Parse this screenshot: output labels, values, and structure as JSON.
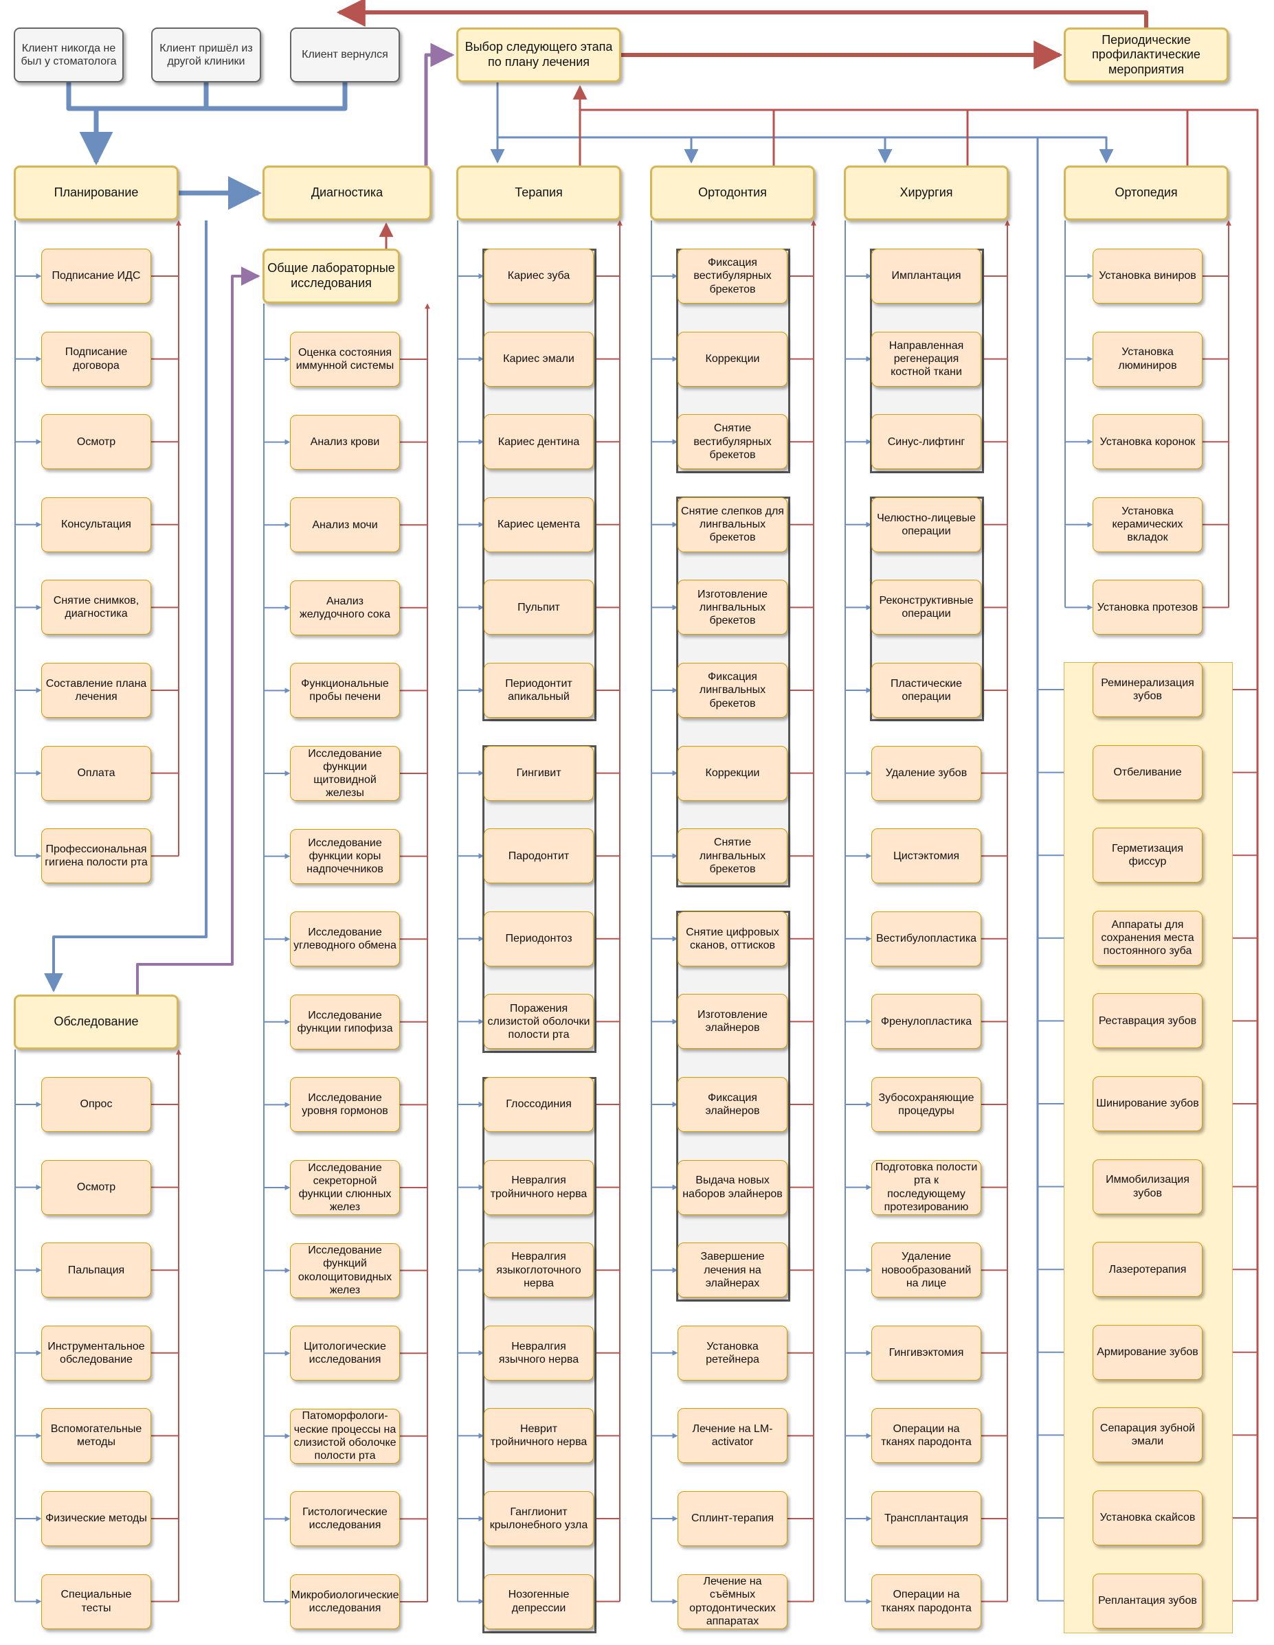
{
  "colors": {
    "blue": "#6c8ebf",
    "red": "#b85450",
    "purple": "#9673a6",
    "node_fill": "#ffe6cc",
    "node_border": "#d79b00",
    "header_fill": "#fff2cc",
    "header_border": "#d6b656",
    "start_fill": "#f5f5f5"
  },
  "start": {
    "never": "Клиент никогда не был у стоматолога",
    "other": "Клиент пришёл из другой клиники",
    "returned": "Клиент вернулся"
  },
  "next_stage": "Выбор следующего этапа по плану лечения",
  "prophylaxis": "Периодические профилактические мероприятия",
  "planning": {
    "title": "Планирование",
    "items": [
      "Подписание ИДС",
      "Подписание договора",
      "Осмотр",
      "Консультация",
      "Снятие снимков, диагностика",
      "Составление плана лечения",
      "Оплата",
      "Профессиональная гигиена полости рта"
    ]
  },
  "exam": {
    "title": "Обследование",
    "items": [
      "Опрос",
      "Осмотр",
      "Пальпация",
      "Инструментальное обследование",
      "Вспомогательные методы",
      "Физические методы",
      "Специальные тесты"
    ]
  },
  "diagnostics": {
    "title": "Диагностика",
    "lab": "Общие лабораторные исследования",
    "items": [
      "Оценка состояния иммунной системы",
      "Анализ крови",
      "Анализ мочи",
      "Анализ желудочного сока",
      "Функциональные пробы печени",
      "Исследование функции щитовидной железы",
      "Исследование функции коры надпочечников",
      "Исследование углеводного обмена",
      "Исследование функции гипофиза",
      "Исследование уровня гормонов",
      "Исследование секреторной функции слюнных желез",
      "Исследование функций околощитовидных желез",
      "Цитологические исследования",
      "Патоморфологи-ческие процессы на слизистой оболочке полости рта",
      "Гистологические исследования",
      "Микробиологические исследования"
    ]
  },
  "therapy": {
    "title": "Терапия",
    "items": [
      "Кариес зуба",
      "Кариес эмали",
      "Кариес дентина",
      "Кариес цемента",
      "Пульпит",
      "Периодонтит апикальный",
      "Гингивит",
      "Пародонтит",
      "Периодонтоз",
      "Поражения слизистой оболочки полости рта",
      "Глоссодиния",
      "Невралгия тройничного нерва",
      "Невралгия языкоглоточного нерва",
      "Невралгия язычного нерва",
      "Неврит тройничного нерва",
      "Ганглионит крылонебного узла",
      "Нозогенные депрессии"
    ]
  },
  "ortho": {
    "title": "Ортодонтия",
    "items": [
      "Фиксация вестибулярных брекетов",
      "Коррекции",
      "Снятие вестибулярных брекетов",
      "Снятие слепков для лингвальных брекетов",
      "Изготовление лингвальных брекетов",
      "Фиксация лингвальных брекетов",
      "Коррекции",
      "Снятие лингвальных брекетов",
      "Снятие цифровых сканов, оттисков",
      "Изготовление элайнеров",
      "Фиксация элайнеров",
      "Выдача новых наборов элайнеров",
      "Завершение лечения на элайнерах",
      "Установка ретейнера",
      "Лечение на LM-activator",
      "Сплинт-терапия",
      "Лечение на съёмных ортодонтических аппаратах"
    ]
  },
  "surgery": {
    "title": "Хирургия",
    "items": [
      "Имплантация",
      "Направленная регенерация костной ткани",
      "Синус-лифтинг",
      "Челюстно-лицевые операции",
      "Реконструктивные операции",
      "Пластические операции",
      "Удаление зубов",
      "Цистэктомия",
      "Вестибулопластика",
      "Френулопластика",
      "Зубосохраняющие процедуры",
      "Подготовка полости рта к последующему протезированию",
      "Удаление новообразований на лице",
      "Гингивэктомия",
      "Операции на тканях пародонта",
      "Трансплантация",
      "Операции на тканях пародонта"
    ]
  },
  "orthopedics": {
    "title": "Ортопедия",
    "items": [
      "Установка виниров",
      "Установка люминиров",
      "Установка коронок",
      "Установка керамических вкладок",
      "Установка протезов"
    ],
    "extra": [
      "Реминерализация зубов",
      "Отбеливание",
      "Герметизация фиссур",
      "Аппараты для сохранения места постоянного зуба",
      "Реставрация зубов",
      "Шинирование зубов",
      "Иммобилизация зубов",
      "Лазеротерапия",
      "Армирование зубов",
      "Сепарация зубной эмали",
      "Установка скайсов",
      "Реплантация зубов"
    ]
  }
}
